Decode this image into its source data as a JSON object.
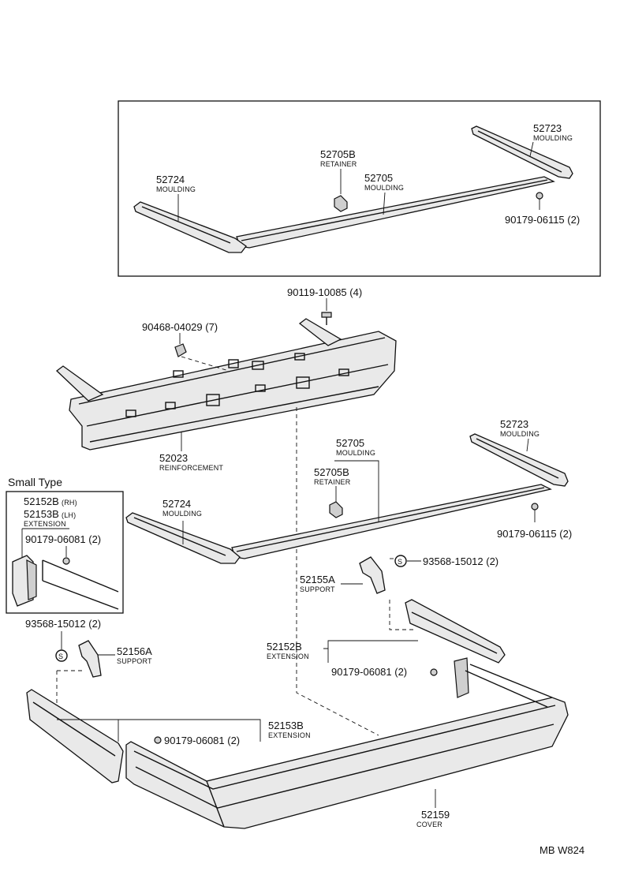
{
  "small_type_title": "Small Type",
  "footer_code": "MB W824",
  "parts": {
    "top_moulding_rh": {
      "code": "52723",
      "name": "MOULDING"
    },
    "top_retainer": {
      "code": "52705B",
      "name": "RETAINER"
    },
    "top_moulding_center": {
      "code": "52705",
      "name": "MOULDING"
    },
    "top_moulding_lh": {
      "code": "52724",
      "name": "MOULDING"
    },
    "top_clip": {
      "code": "90179-06115 (2)"
    },
    "bolt": {
      "code": "90119-10085 (4)"
    },
    "clip_upper": {
      "code": "90468-04029 (7)"
    },
    "reinforcement": {
      "code": "52023",
      "name": "REINFORCEMENT"
    },
    "mid_moulding_center": {
      "code": "52705",
      "name": "MOULDING"
    },
    "mid_moulding_rh": {
      "code": "52723",
      "name": "MOULDING"
    },
    "mid_retainer": {
      "code": "52705B",
      "name": "RETAINER"
    },
    "mid_moulding_lh": {
      "code": "52724",
      "name": "MOULDING"
    },
    "mid_clip": {
      "code": "90179-06115 (2)"
    },
    "small_ext_rh": {
      "code": "52152B",
      "suffix": "(RH)"
    },
    "small_ext_lh": {
      "code": "52153B",
      "suffix": "(LH)",
      "name": "EXTENSION"
    },
    "small_nut": {
      "code": "90179-06081 (2)"
    },
    "support_rh": {
      "code": "52155A",
      "name": "SUPPORT"
    },
    "screw_rh": {
      "code": "93568-15012 (2)"
    },
    "screw_lh": {
      "code": "93568-15012 (2)"
    },
    "support_lh": {
      "code": "52156A",
      "name": "SUPPORT"
    },
    "extension_rh": {
      "code": "52152B",
      "name": "EXTENSION"
    },
    "nut_rh": {
      "code": "90179-06081 (2)"
    },
    "extension_lh": {
      "code": "52153B",
      "name": "EXTENSION"
    },
    "nut_lh": {
      "code": "90179-06081 (2)"
    },
    "cover": {
      "code": "52159",
      "name": "COVER"
    }
  }
}
